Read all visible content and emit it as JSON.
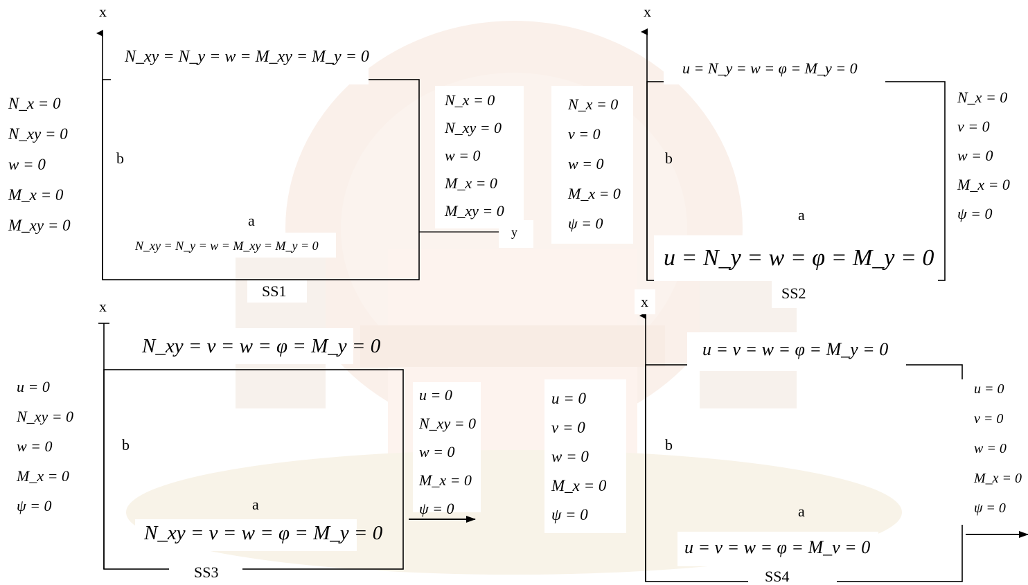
{
  "panel_ss1": {
    "name": "SS1",
    "axis_x": "x",
    "axis_y": "y",
    "side_b": "b",
    "side_a": "a",
    "top_eq": "N_xy = N_y = w = M_xy = M_y = 0",
    "bottom_eq": "N_xy = N_y = w = M_xy = M_y = 0",
    "left_bc": [
      "N_x = 0",
      "N_xy = 0",
      "w = 0",
      "M_x = 0",
      "M_xy = 0"
    ],
    "right_bc": [
      "N_x = 0",
      "N_xy = 0",
      "w = 0",
      "M_x = 0",
      "M_xy = 0"
    ]
  },
  "panel_ss2": {
    "name": "SS2",
    "axis_x": "x",
    "side_b": "b",
    "side_a": "a",
    "top_eq": "u = N_y = w = φ = M_y = 0",
    "bottom_eq": "u = N_y = w = φ = M_y = 0",
    "left_bc": [
      "N_x = 0",
      "v = 0",
      "w = 0",
      "M_x = 0",
      "ψ = 0"
    ],
    "right_bc": [
      "N_x = 0",
      "v = 0",
      "w = 0",
      "M_x = 0",
      "ψ = 0"
    ]
  },
  "panel_ss3": {
    "name": "SS3",
    "axis_x": "x",
    "side_b": "b",
    "side_a": "a",
    "top_eq": "N_xy = v = w = φ = M_y = 0",
    "bottom_eq": "N_xy = v = w = φ = M_y = 0",
    "left_bc": [
      "u = 0",
      "N_xy = 0",
      "w = 0",
      "M_x = 0",
      "ψ = 0"
    ],
    "right_bc": [
      "u = 0",
      "N_xy = 0",
      "w = 0",
      "M_x = 0",
      "ψ = 0"
    ]
  },
  "panel_ss4": {
    "name": "SS4",
    "axis_x": "x",
    "side_b": "b",
    "side_a": "a",
    "top_eq": "u = v = w = φ = M_y = 0",
    "bottom_eq": "u = v = w = φ = M_v = 0",
    "left_bc": [
      "u = 0",
      "v = 0",
      "w = 0",
      "M_x = 0",
      "ψ = 0"
    ],
    "right_bc": [
      "u = 0",
      "v = 0",
      "w = 0",
      "M_x = 0",
      "ψ = 0"
    ]
  },
  "colors": {
    "watermark": "#f7e7e0",
    "line": "#000000"
  }
}
